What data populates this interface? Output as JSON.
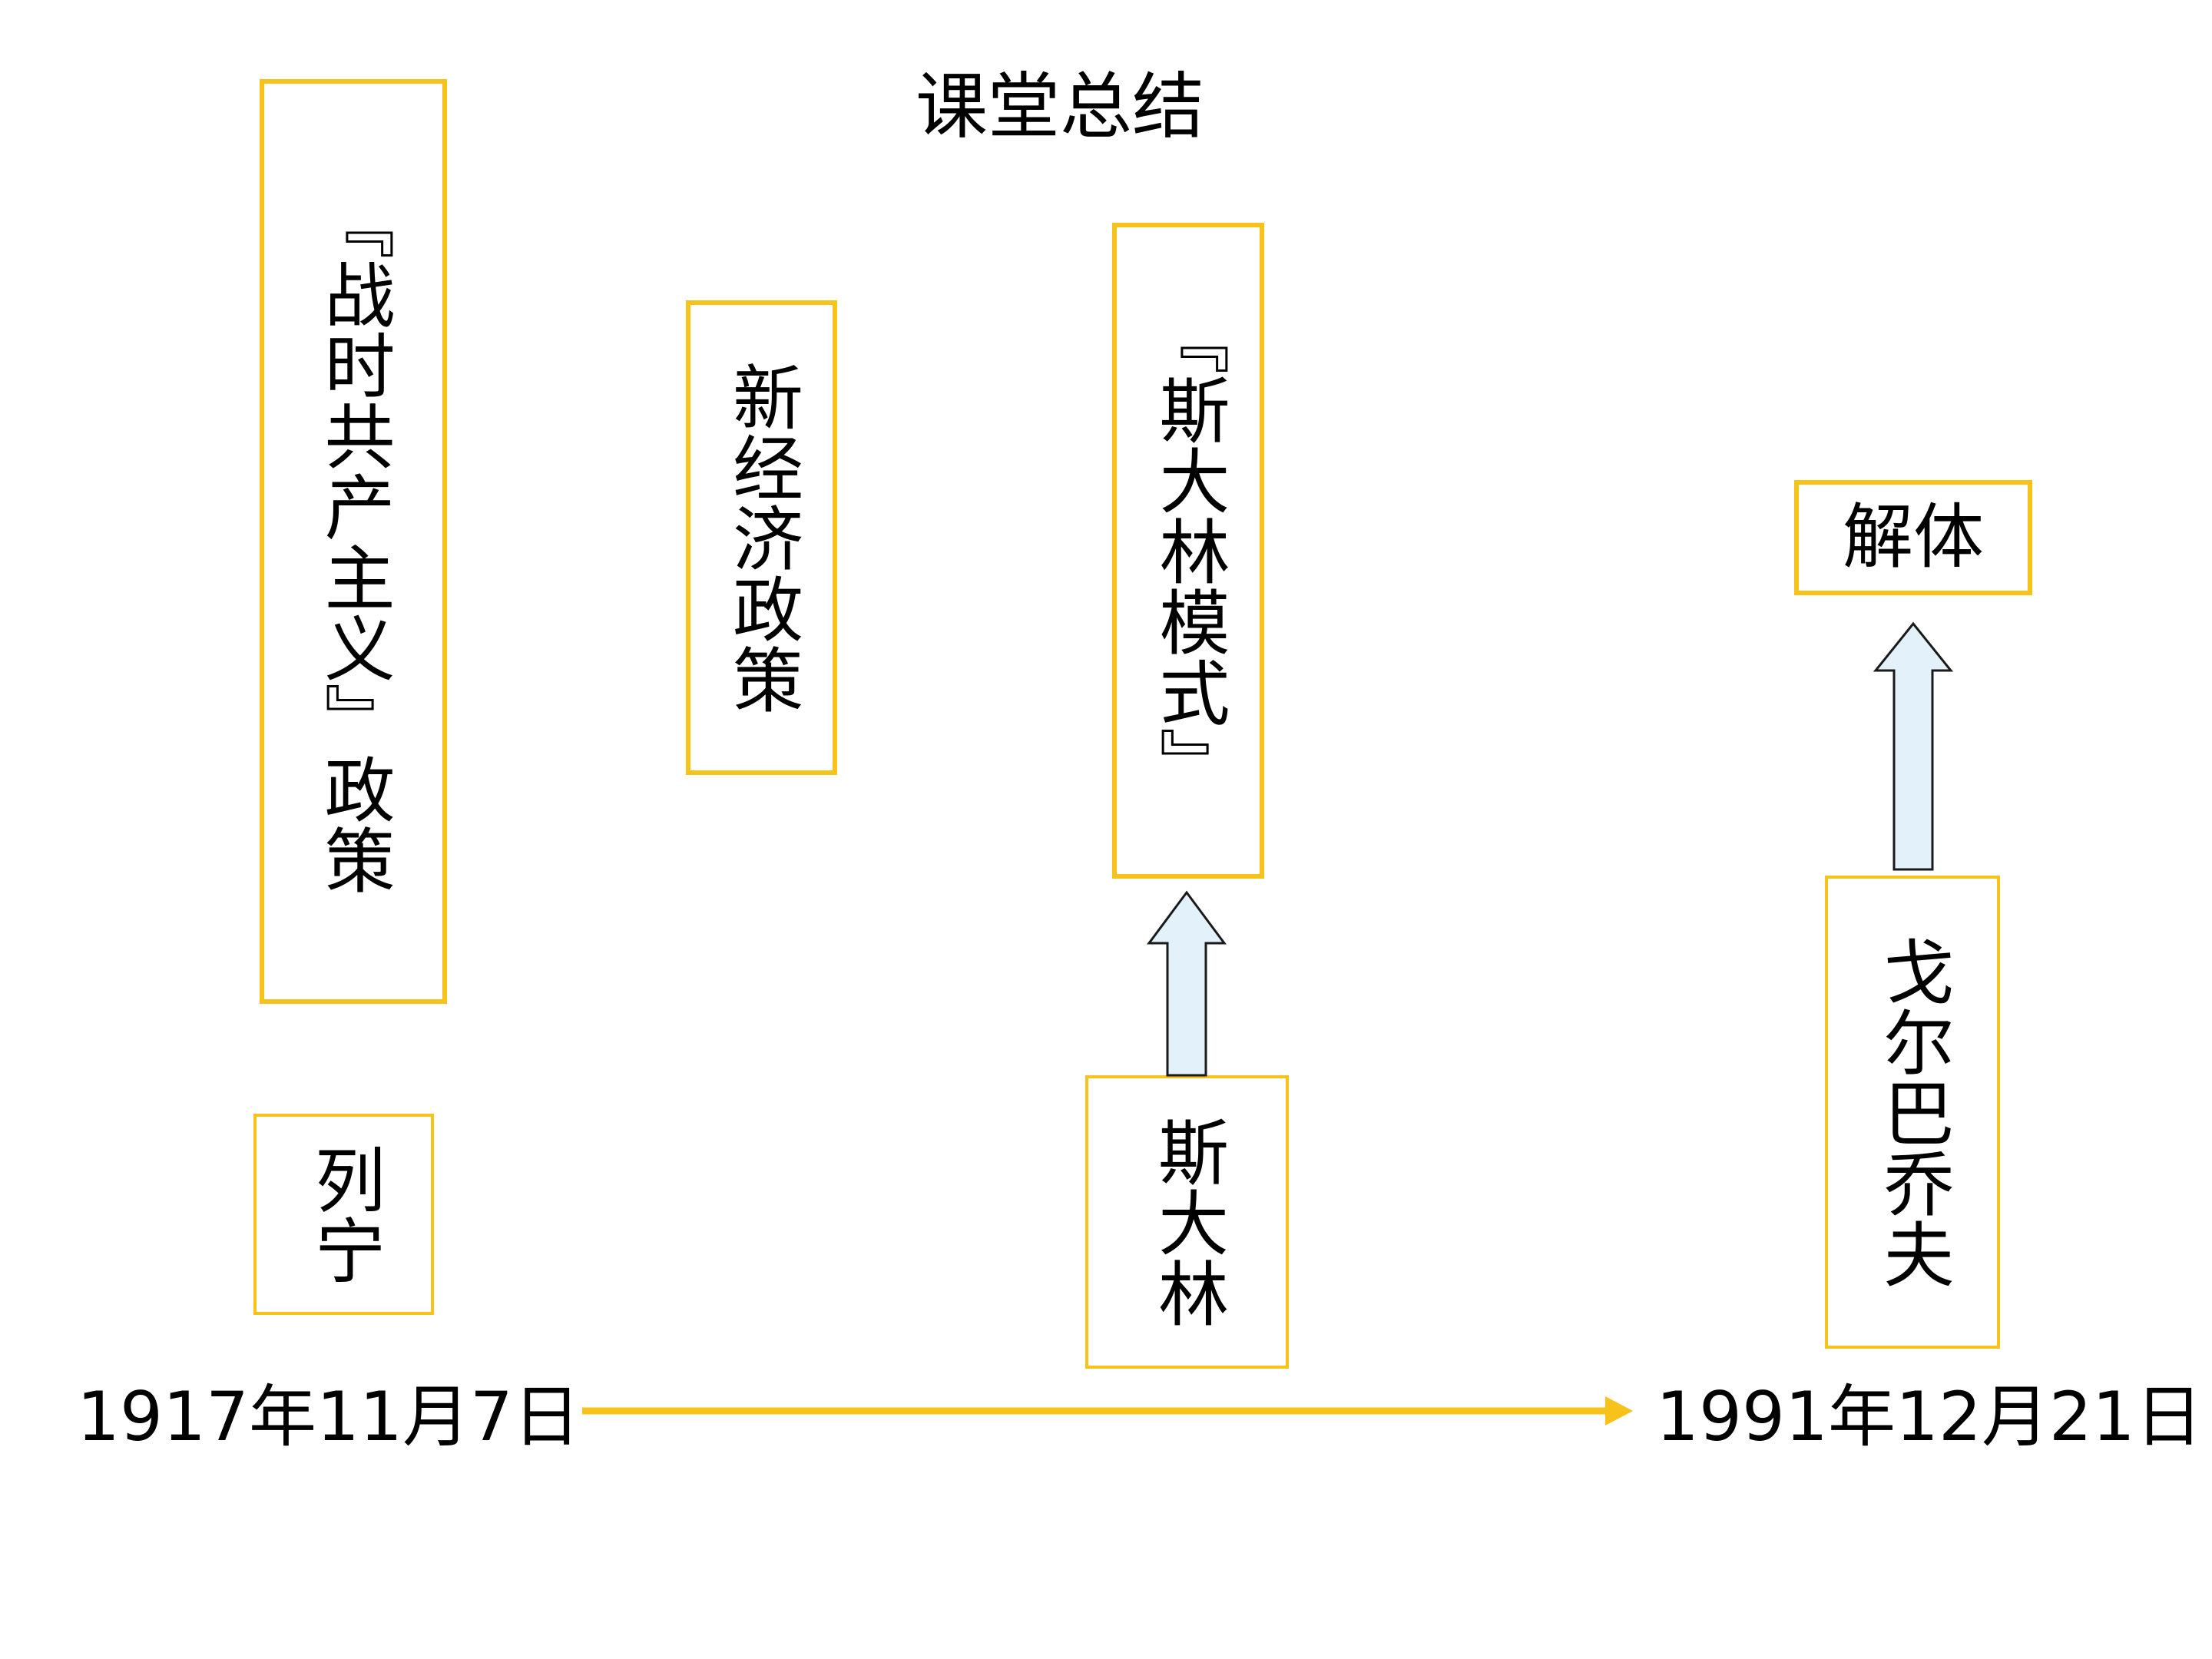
{
  "title": "课堂总结",
  "boxes": {
    "war_communism": "『战时共产主义』政策",
    "nep": "新经济政策",
    "stalin_model": "『斯大林模式』",
    "dissolution": "解体",
    "lenin": "列宁",
    "stalin": "斯大林",
    "gorbachev": "戈尔巴乔夫"
  },
  "timeline": {
    "start": "1917年11月7日",
    "end": "1991年12月21日"
  },
  "colors": {
    "box_border": "#F7C21A",
    "timeline": "#F7C21A",
    "arrow_fill": "#E3F1FB",
    "arrow_stroke": "#1A1A1A"
  }
}
